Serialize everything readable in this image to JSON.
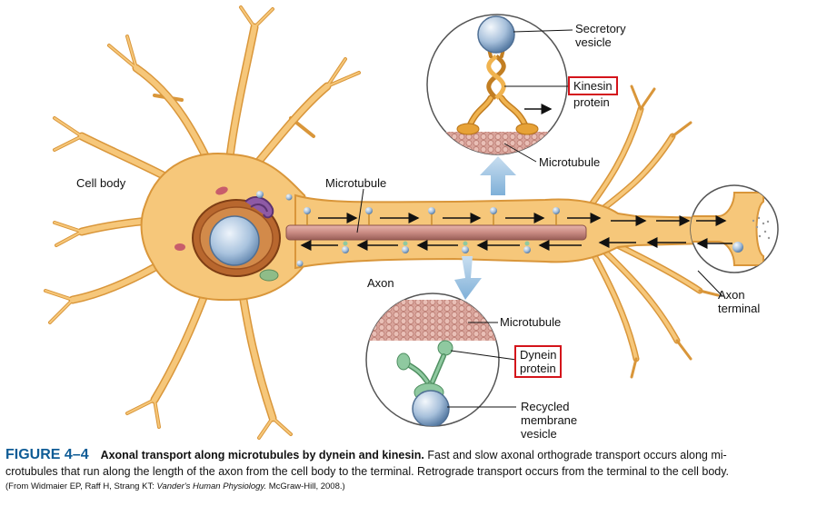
{
  "labels": {
    "cell_body": "Cell body",
    "microtubule_main": "Microtubule",
    "axon": "Axon",
    "axon_terminal_1": "Axon",
    "axon_terminal_2": "terminal",
    "secretory_1": "Secretory",
    "secretory_2": "vesicle",
    "kinesin_1": "Kinesin",
    "kinesin_2": "protein",
    "microtubule_top": "Microtubule",
    "microtubule_bottom": "Microtubule",
    "dynein_1": "Dynein",
    "dynein_2": "protein",
    "recycled_1": "Recycled",
    "recycled_2": "membrane",
    "recycled_3": "vesicle"
  },
  "caption": {
    "figure_number": "FIGURE 4–4",
    "title": "Axonal transport along microtubules by dynein and kinesin.",
    "text_1": "Fast and slow axonal orthograde transport occurs along mi-",
    "text_2": "crotubules that run along the length of the axon from the cell body to the terminal. Retrograde transport occurs from the terminal to the cell body.",
    "source_prefix": "(From Widmaier EP, Raff H, Strang KT: ",
    "source_book": "Vander's Human Physiology.",
    "source_suffix": " McGraw-Hill, 2008.)"
  },
  "colors": {
    "cytoplasm": "#f6c77a",
    "cytoplasm_edge": "#d9963a",
    "microtubule": "#c98b83",
    "nucleus": "#a9c3de",
    "kinesin": "#e7a237",
    "dynein": "#8fc9a0",
    "highlight_box": "#d4141b",
    "arrow_blue": "#9cc4e4",
    "figure_blue": "#0f5c96"
  }
}
